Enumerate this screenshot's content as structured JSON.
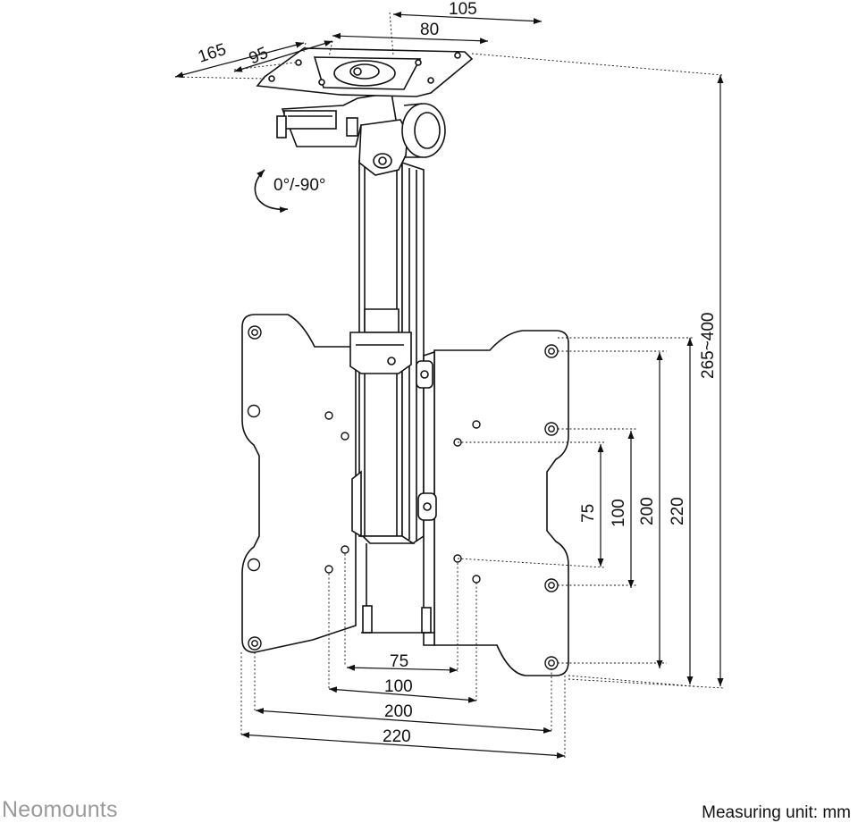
{
  "brand": "Neomounts",
  "measuring_unit": "Measuring unit: mm",
  "tilt_label": "0°/-90°",
  "dimensions": {
    "top_plate_width": "105",
    "top_plate_hole_width": "80",
    "top_plate_depth": "165",
    "top_plate_hole_depth": "95",
    "height_range": "265~400",
    "vesa_h_small": "75",
    "vesa_h_medium": "100",
    "vesa_h_large": "200",
    "vesa_h_max": "220",
    "vesa_v_small": "75",
    "vesa_v_medium": "100",
    "vesa_v_large": "200",
    "vesa_v_max": "220"
  }
}
